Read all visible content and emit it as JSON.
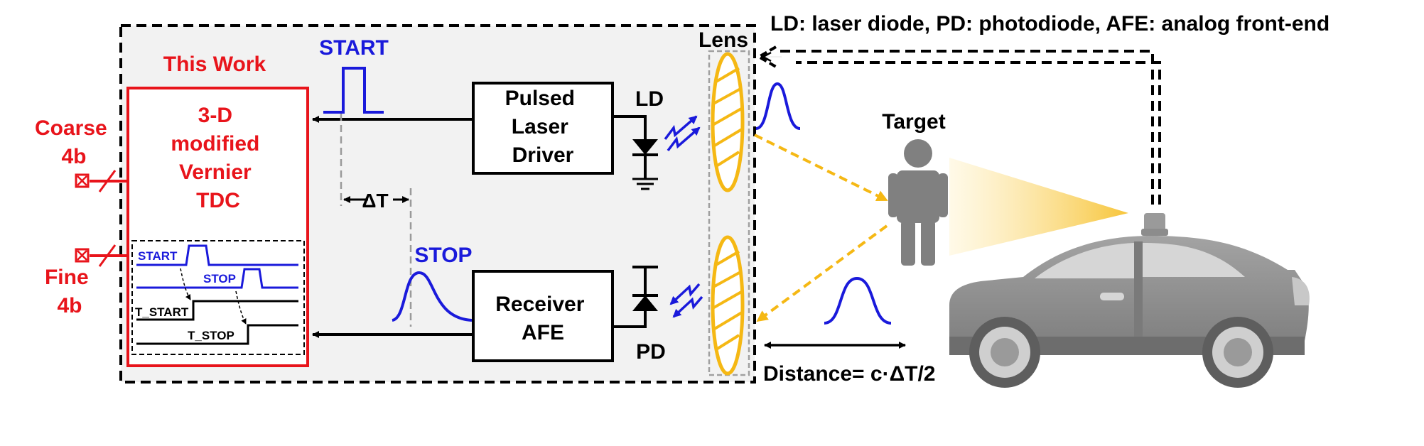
{
  "legend": "LD: laser diode, PD: photodiode, AFE: analog front-end",
  "tdc": {
    "header": "This Work",
    "title_lines": [
      "3-D",
      "modified",
      "Vernier",
      "TDC"
    ]
  },
  "inputs": {
    "coarse_lines": [
      "Coarse",
      "4b"
    ],
    "fine_lines": [
      "Fine",
      "4b"
    ]
  },
  "timing": {
    "start": "START",
    "stop": "STOP",
    "t_start": "T_START",
    "t_stop": "T_STOP"
  },
  "signals": {
    "start": "START",
    "stop": "STOP",
    "delta_t": "ΔT"
  },
  "blocks": {
    "laser_driver_lines": [
      "Pulsed",
      "Laser",
      "Driver"
    ],
    "receiver_lines": [
      "Receiver",
      "AFE"
    ]
  },
  "labels": {
    "ld": "LD",
    "pd": "PD",
    "lens": "Lens",
    "target": "Target",
    "distance": "Distance= c·ΔT/2"
  },
  "colors": {
    "red": "#e8141b",
    "blue": "#1a1adb",
    "lens_fill": "#ffffff",
    "lens_stroke": "#f5b814",
    "car": "#8a8a8a",
    "figure": "#808080"
  }
}
